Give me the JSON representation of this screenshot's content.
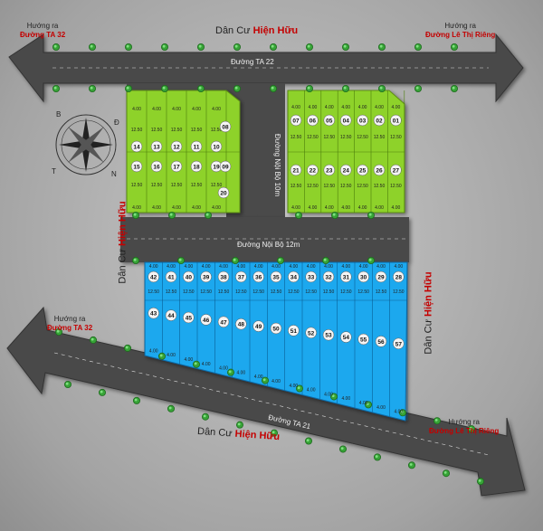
{
  "compass": {
    "b": "B",
    "d": "Đ",
    "n": "N",
    "t": "T"
  },
  "labels": {
    "top_left": {
      "line1": "Hướng ra",
      "line2": "Đường TA 32"
    },
    "top_right": {
      "line1": "Hướng ra",
      "line2": "Đường Lê Thị Riêng"
    },
    "left_mid": {
      "line1": "Hướng ra",
      "line2": "Đường TA 32"
    },
    "bottom_right": {
      "line1": "Hướng ra",
      "line2": "Đường Lê Thị Riêng"
    },
    "residential": {
      "prefix": "Dân Cư",
      "name": "Hiện Hữu"
    },
    "road_ta22": "Đường TA 22",
    "road_noibo_12": "Đường Nội Bộ 12m",
    "road_noibo_10": "Đường Nội Bộ 10m",
    "road_ta21": "Đường TA 21"
  },
  "lots": {
    "green_left_top": [
      "14",
      "13",
      "12",
      "11",
      "10"
    ],
    "green_left_bottom": [
      "15",
      "16",
      "17",
      "18",
      "19"
    ],
    "green_left_side": [
      "08",
      "09",
      "20"
    ],
    "green_right_top": [
      "07",
      "06",
      "05",
      "04",
      "03",
      "02",
      "01"
    ],
    "green_right_bottom": [
      "21",
      "22",
      "23",
      "24",
      "25",
      "26",
      "27"
    ],
    "blue_top": [
      "42",
      "41",
      "40",
      "39",
      "38",
      "37",
      "36",
      "35",
      "34",
      "33",
      "32",
      "31",
      "30",
      "29",
      "28"
    ],
    "blue_bottom": [
      "43",
      "44",
      "45",
      "46",
      "47",
      "48",
      "49",
      "50",
      "51",
      "52",
      "53",
      "54",
      "55",
      "56",
      "57"
    ]
  },
  "dims": {
    "width": "4.00",
    "depth": "12.50"
  }
}
